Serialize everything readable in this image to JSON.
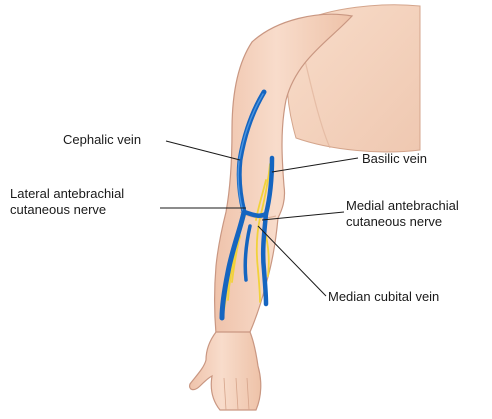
{
  "labels": {
    "cephalic_vein": "Cephalic vein",
    "basilic_vein": "Basilic vein",
    "lateral_nerve_line1": "Lateral antebrachial",
    "lateral_nerve_line2": "cutaneous nerve",
    "medial_nerve_line1": "Medial antebrachial",
    "medial_nerve_line2": "cutaneous nerve",
    "median_cubital_vein": "Median cubital vein"
  },
  "colors": {
    "skin": "#f6d6c1",
    "skin_shadow": "#e6b79e",
    "skin_outline": "#c99782",
    "vein": "#1565c0",
    "vein_highlight": "#5aa0e6",
    "nerve": "#f1d23a",
    "leader_line": "#1a1a1a"
  }
}
